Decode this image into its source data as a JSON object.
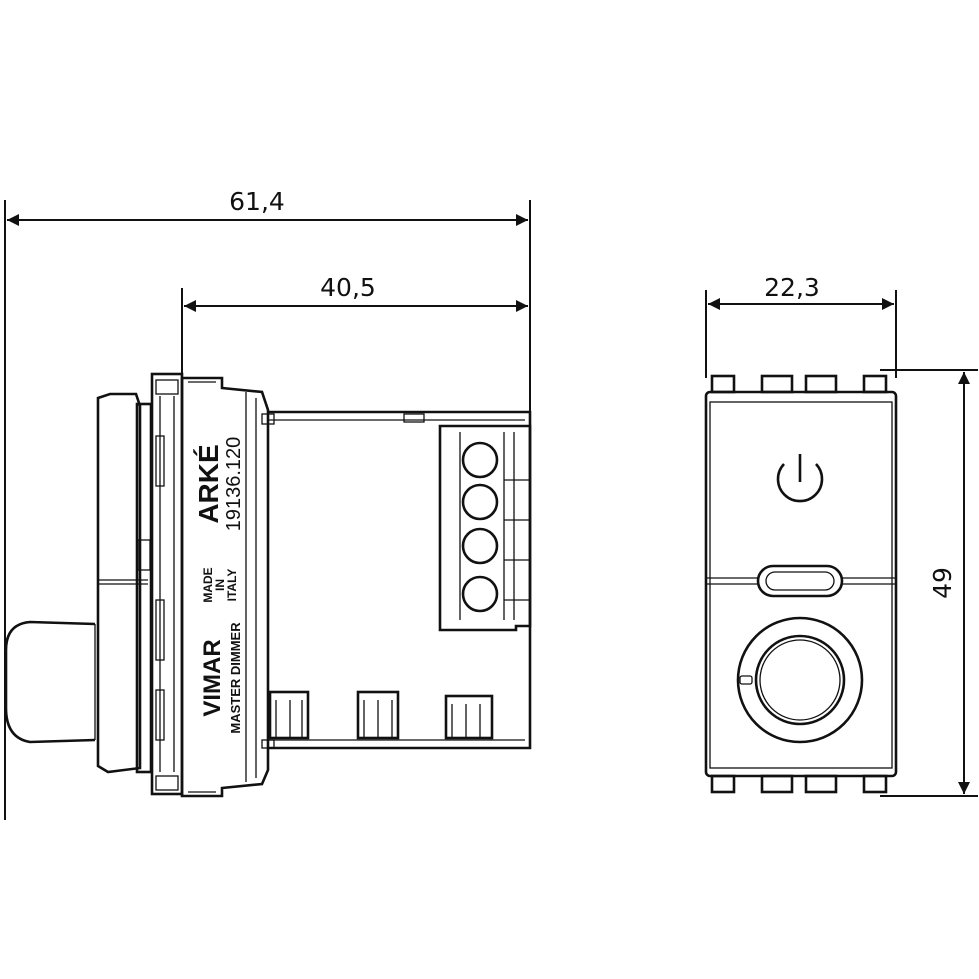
{
  "dimensions": {
    "overall_depth": "61,4",
    "body_depth": "40,5",
    "width": "22,3",
    "height": "49"
  },
  "markings": {
    "brand_series": "ARKÉ",
    "article_code": "19136.120",
    "origin_line1": "MADE",
    "origin_line2": "IN",
    "origin_line3": "ITALY",
    "manufacturer": "VIMAR",
    "product_name": "MASTER DIMMER"
  }
}
